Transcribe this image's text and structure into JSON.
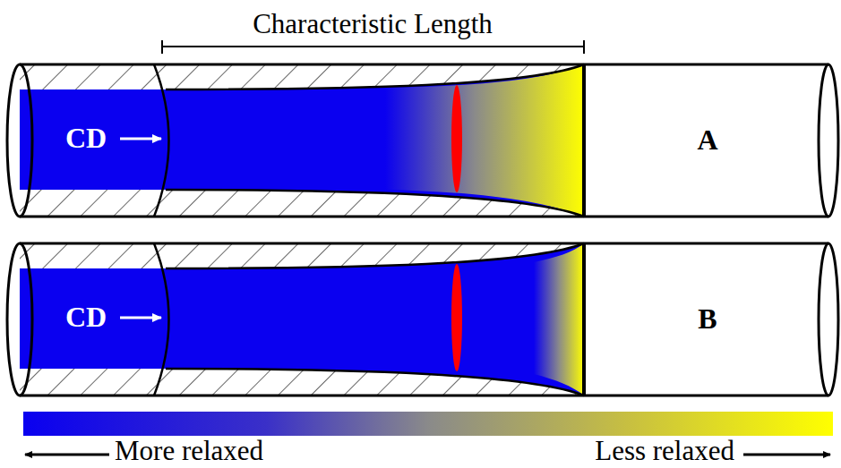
{
  "diagram": {
    "nodes": [
      {
        "text": [
          "CD"
        ]
      },
      {
        "text": [
          "A"
        ]
      },
      {
        "text": [
          "CD"
        ]
      },
      {
        "text": [
          "B"
        ]
      }
    ],
    "labels": [
      "Characteristic Length",
      "More relaxed",
      "Less relaxed"
    ]
  }
}
